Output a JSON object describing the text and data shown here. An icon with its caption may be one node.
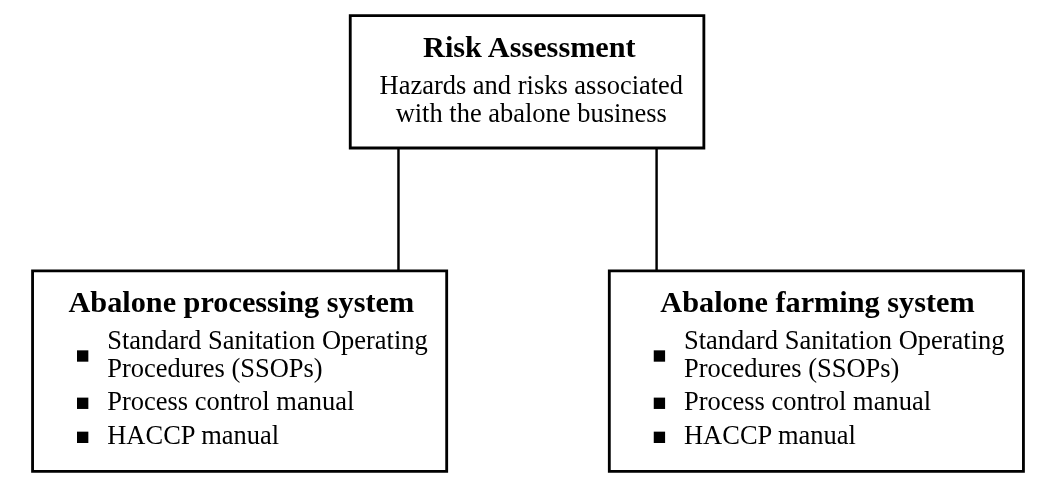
{
  "diagram": {
    "nodes": [
      {
        "text": [
          "Risk Assessment",
          "Hazards and risks associated with the abalone business"
        ]
      },
      {
        "text": [
          "Abalone processing system",
          "Standard Sanitation Operating Procedures (SSOPs)",
          "Process control manual",
          "HACCP manual"
        ]
      },
      {
        "text": [
          "Abalone farming system",
          "Standard Sanitation Operating Procedures (SSOPs)",
          "Process control manual",
          "HACCP manual"
        ]
      }
    ],
    "edges": [
      {
        "from": 0,
        "to": 1,
        "arrow": "none"
      },
      {
        "from": 0,
        "to": 2,
        "arrow": "none"
      }
    ]
  }
}
